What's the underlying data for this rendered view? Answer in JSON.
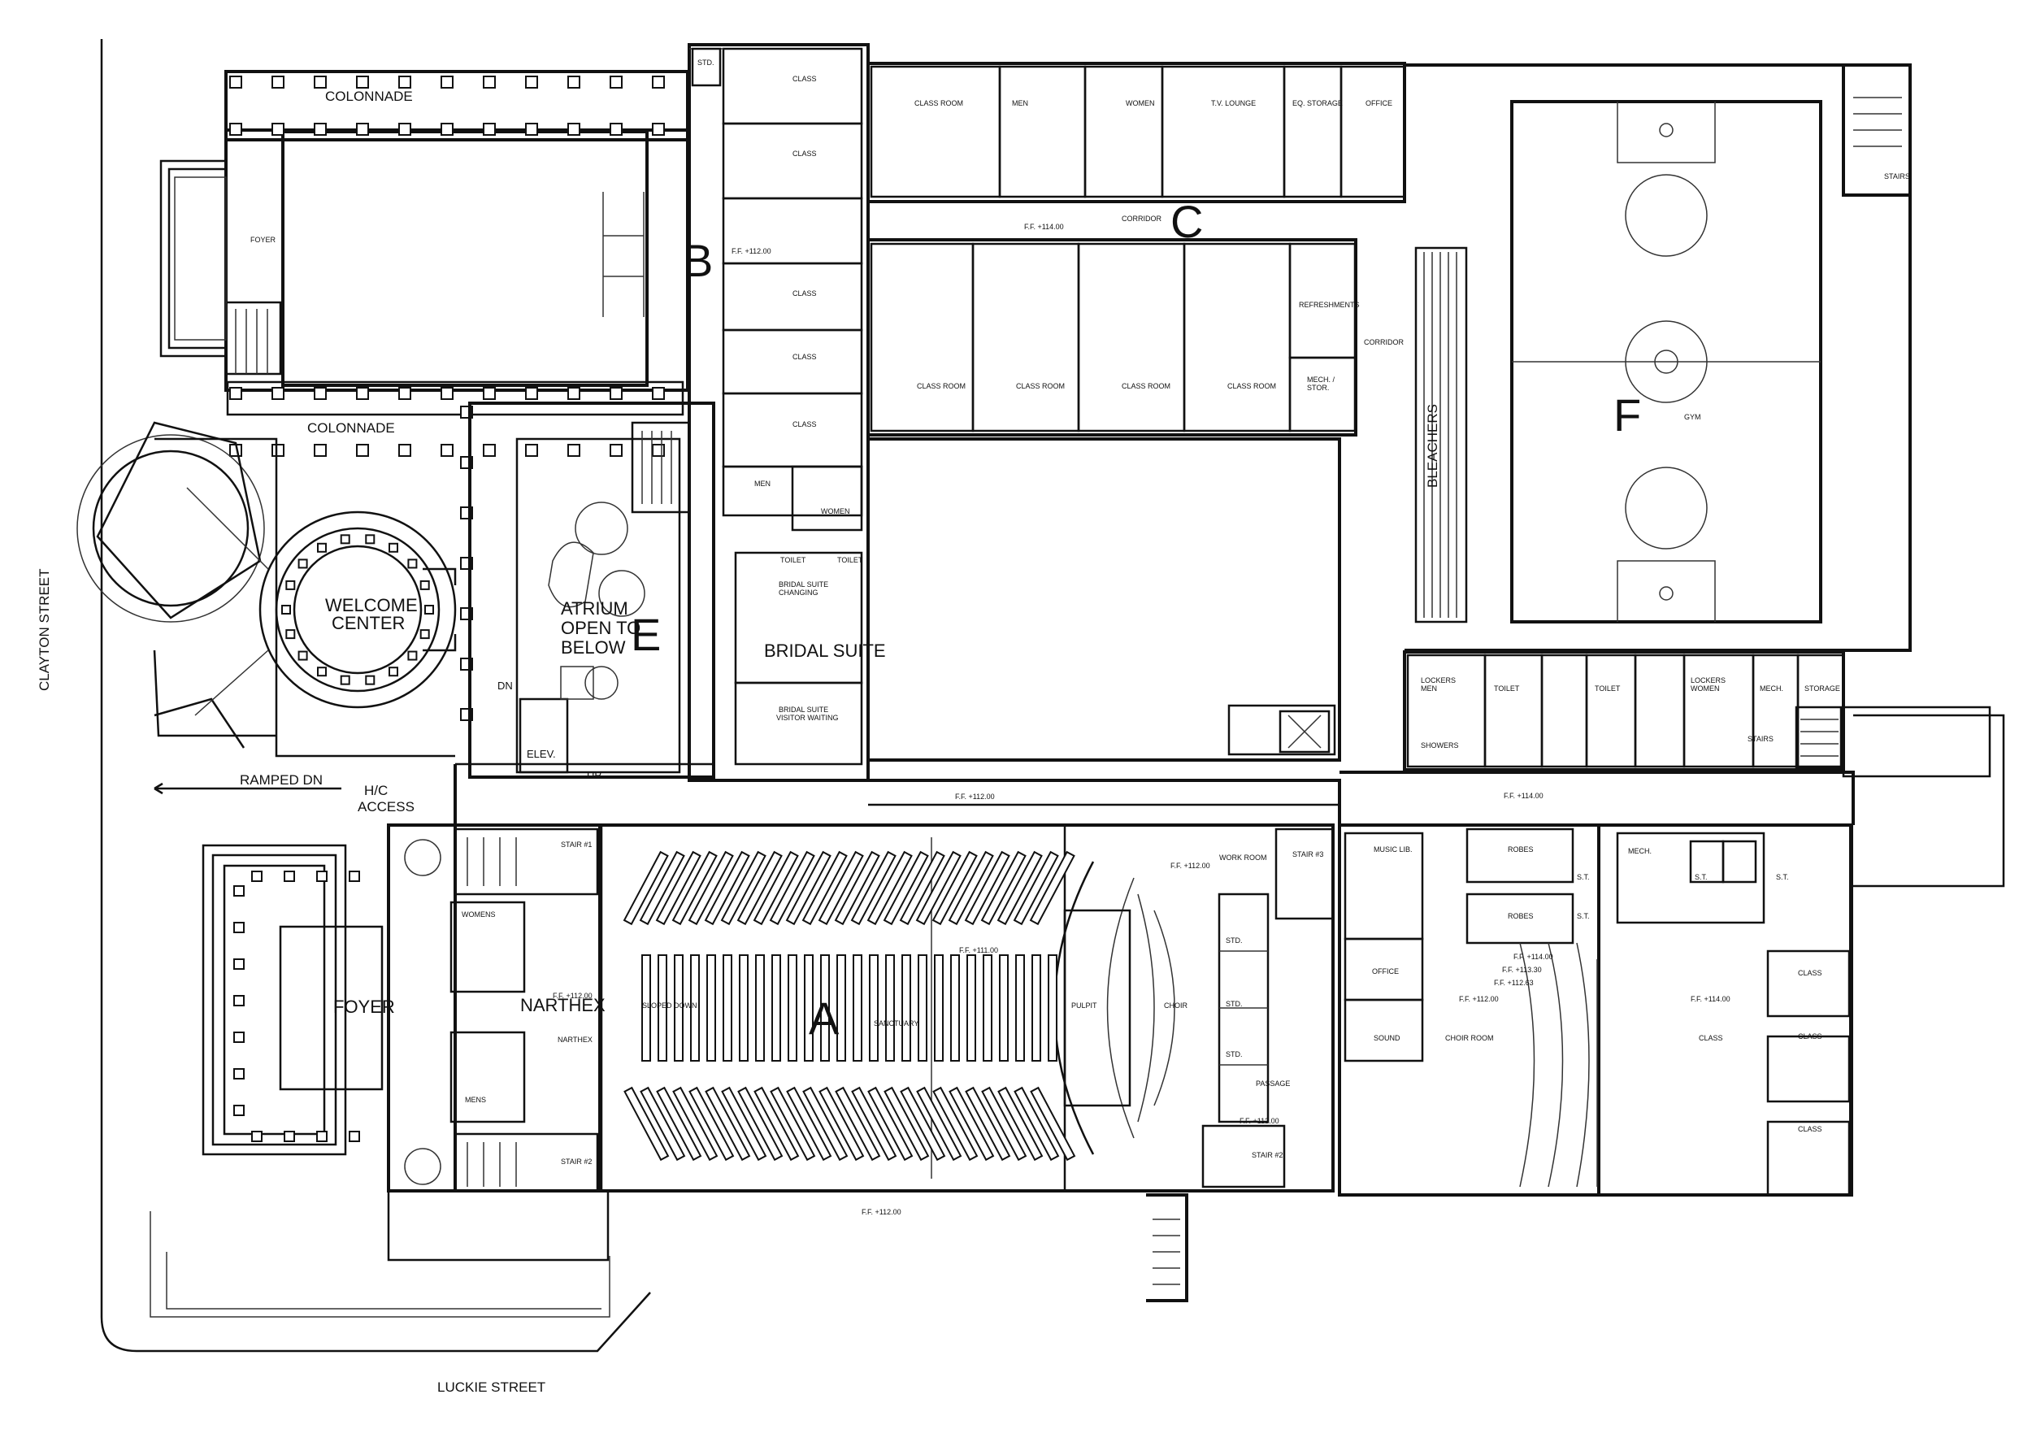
{
  "streets": {
    "clayton": "CLAYTON STREET",
    "luckie": "LUCKIE STREET"
  },
  "zones": {
    "A": "A",
    "B": "B",
    "C": "C",
    "E": "E",
    "F": "F"
  },
  "spaces": {
    "colonnade": "COLONNADE",
    "foyer_b": "FOYER",
    "welcome_center": [
      "WELCOME",
      "CENTER"
    ],
    "atrium": [
      "ATRIUM",
      "OPEN TO",
      "BELOW"
    ],
    "bridal_suite": "BRIDAL SUITE",
    "bridal_changing": [
      "BRIDAL SUITE",
      "CHANGING"
    ],
    "bridal_waiting": [
      "BRIDAL SUITE",
      "VISITOR WAITING"
    ],
    "foyer": "FOYER",
    "narthex": "NARTHEX",
    "narthex_small": "NARTHEX",
    "bleachers": "BLEACHERS",
    "gym": "GYM",
    "ramped_dn": "RAMPED DN",
    "hc_access": [
      "H/C",
      "ACCESS"
    ],
    "elev": "ELEV.",
    "dn": "DN",
    "up": "UP",
    "std": "STD.",
    "class": "CLASS",
    "class_room": "CLASS ROOM",
    "men": "MEN",
    "women": "WOMEN",
    "tv_lounge": "T.V. LOUNGE",
    "eq_storage": "EQ. STORAGE",
    "office": "OFFICE",
    "corridor": "CORRIDOR",
    "refreshments": "REFRESHMENTS",
    "mech_stor": [
      "MECH. /",
      "STOR."
    ],
    "toilet": "TOILET",
    "lockers_men": [
      "LOCKERS",
      "MEN"
    ],
    "lockers_women": [
      "LOCKERS",
      "WOMEN"
    ],
    "showers": "SHOWERS",
    "mech": "MECH.",
    "storage": "STORAGE",
    "stairs": "STAIRS",
    "stair_1": "STAIR #1",
    "stair_2": "STAIR #2",
    "stair_3": "STAIR #3",
    "work_room": "WORK ROOM",
    "music_lib": "MUSIC LIB.",
    "robes": "ROBES",
    "sound": "SOUND",
    "choir_room": "CHOIR ROOM",
    "choir": "CHOIR",
    "pulpit": "PULPIT",
    "sanctuary": "SANCTUARY",
    "sloped_down": "SLOPED DOWN",
    "passage": "PASSAGE",
    "womens": "WOMENS",
    "mens": "MENS",
    "st": "S.T."
  },
  "elevations": {
    "ff_112": "F.F. +112.00",
    "ff_114": "F.F. +114.00",
    "ff_111": "F.F. +111.00",
    "ff_114_alt": "F.F. +114.00",
    "ff_113_30": "F.F. +113.30",
    "ff_112_63": "F.F. +112.63"
  },
  "colors": {
    "line": "#111111",
    "background": "#ffffff"
  }
}
